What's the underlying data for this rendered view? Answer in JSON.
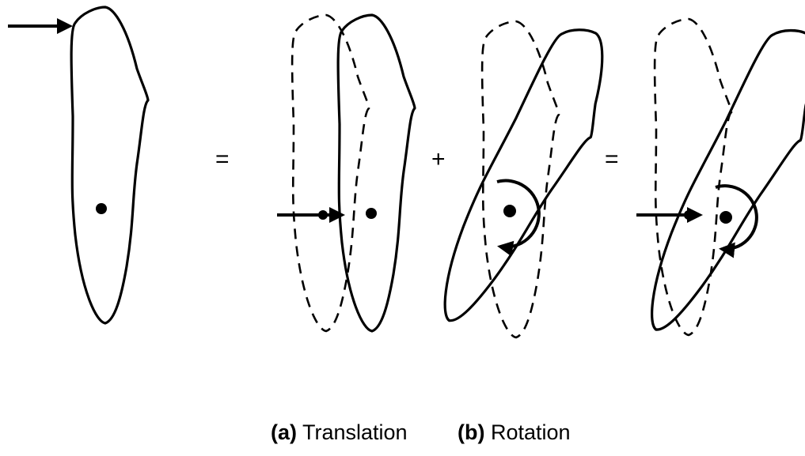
{
  "operators": {
    "equals_1": "=",
    "plus": "+",
    "equals_2": "="
  },
  "captions": {
    "a_letter": "(a)",
    "a_text": "Translation",
    "b_letter": "(b)",
    "b_text": "Rotation"
  }
}
